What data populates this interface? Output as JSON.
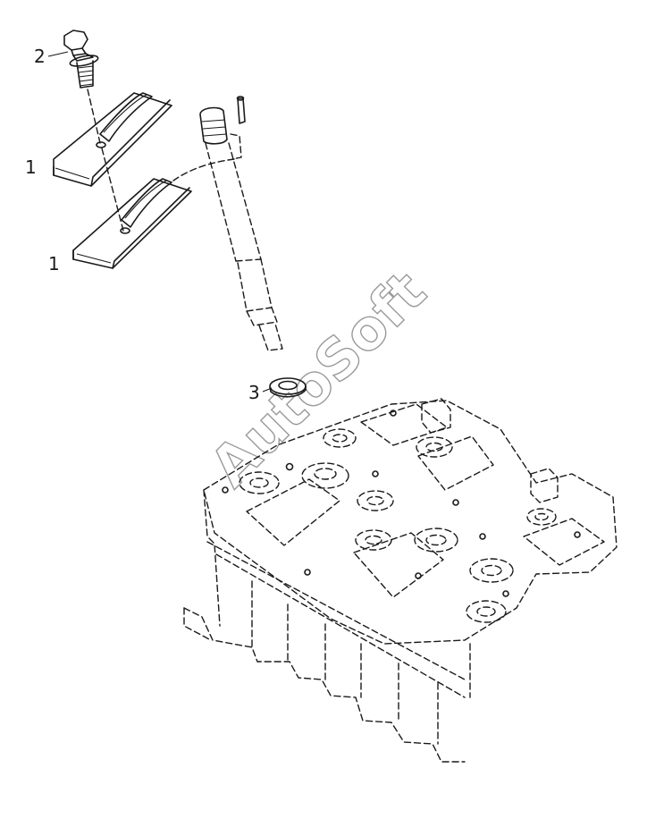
{
  "callouts": {
    "clamp_upper": "1",
    "clamp_lower": "1",
    "bolt": "2",
    "washer": "3"
  },
  "watermark": "AutoSoft",
  "colors": {
    "line": "#1a1a1a",
    "watermark": "#9a9a9a",
    "background": "#ffffff"
  }
}
